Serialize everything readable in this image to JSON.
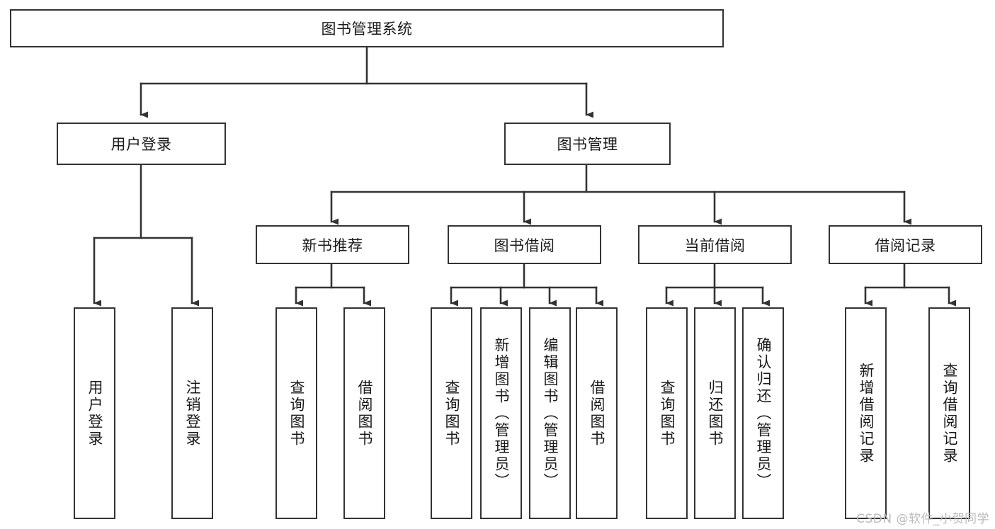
{
  "diagram": {
    "type": "tree-hierarchy-chart",
    "title": "图书管理系统",
    "theme": {
      "background": "#ffffff",
      "box_border": "#333333",
      "box_fill": "#ffffff",
      "text": "#1a1a1a",
      "connector": "#333333",
      "watermark": "#b9b9b9"
    },
    "root": {
      "id": "root",
      "label": "图书管理系统",
      "orientation": "horizontal"
    },
    "level2": [
      {
        "id": "user-login",
        "label": "用户登录",
        "orientation": "horizontal"
      },
      {
        "id": "book-management",
        "label": "图书管理",
        "orientation": "horizontal"
      }
    ],
    "level3": [
      {
        "id": "new-book-recommend",
        "label": "新书推荐",
        "orientation": "horizontal",
        "parent": "book-management"
      },
      {
        "id": "book-borrow",
        "label": "图书借阅",
        "orientation": "horizontal",
        "parent": "book-management"
      },
      {
        "id": "current-borrow",
        "label": "当前借阅",
        "orientation": "horizontal",
        "parent": "book-management"
      },
      {
        "id": "borrow-record",
        "label": "借阅记录",
        "orientation": "horizontal",
        "parent": "book-management"
      }
    ],
    "leaves": [
      {
        "id": "leaf-user-login",
        "label": "用户登录",
        "parent": "user-login"
      },
      {
        "id": "leaf-logout-login",
        "label": "注销登录",
        "parent": "user-login"
      },
      {
        "id": "leaf-query-book-1",
        "label": "查询图书",
        "parent": "new-book-recommend"
      },
      {
        "id": "leaf-borrow-book-1",
        "label": "借阅图书",
        "parent": "new-book-recommend"
      },
      {
        "id": "leaf-query-book-2",
        "label": "查询图书",
        "parent": "book-borrow"
      },
      {
        "id": "leaf-add-book",
        "label": "新增图书（管理员）",
        "parent": "book-borrow"
      },
      {
        "id": "leaf-edit-book",
        "label": "编辑图书（管理员）",
        "parent": "book-borrow"
      },
      {
        "id": "leaf-borrow-book-2",
        "label": "借阅图书",
        "parent": "book-borrow"
      },
      {
        "id": "leaf-query-book-3",
        "label": "查询图书",
        "parent": "current-borrow"
      },
      {
        "id": "leaf-return-book",
        "label": "归还图书",
        "parent": "current-borrow"
      },
      {
        "id": "leaf-confirm-return",
        "label": "确认归还（管理员）",
        "parent": "current-borrow"
      },
      {
        "id": "leaf-add-borrow-record",
        "label": "新增借阅记录",
        "parent": "borrow-record"
      },
      {
        "id": "leaf-query-borrow-record",
        "label": "查询借阅记录",
        "parent": "borrow-record"
      }
    ],
    "watermark": "CSDN @软件_小贺同学"
  }
}
